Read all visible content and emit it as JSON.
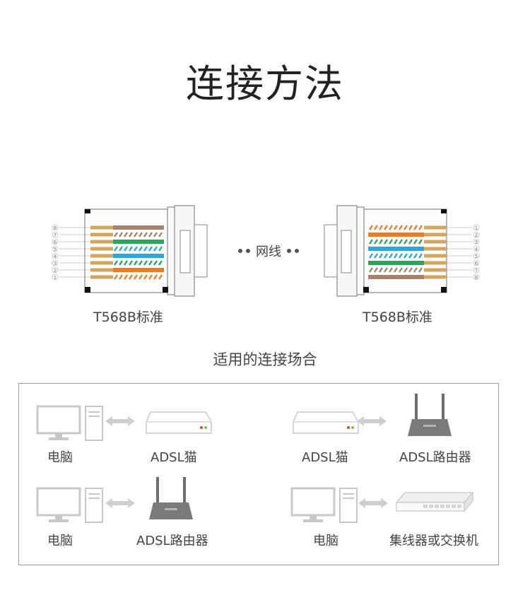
{
  "title": "连接方法",
  "connector_left": {
    "standard": "T568B标准",
    "pins": [
      "8",
      "7",
      "6",
      "5",
      "4",
      "3",
      "2",
      "1"
    ]
  },
  "connector_right": {
    "standard": "T568B标准",
    "pins": [
      "1",
      "2",
      "3",
      "4",
      "5",
      "6",
      "7",
      "8"
    ]
  },
  "cable": {
    "label": "网线"
  },
  "usage": {
    "title": "适用的连接场合",
    "scenes": [
      {
        "left": "电脑",
        "right": "ADSL猫"
      },
      {
        "left": "ADSL猫",
        "right": "ADSL路由器"
      },
      {
        "left": "电脑",
        "right": "ADSL路由器"
      },
      {
        "left": "电脑",
        "right": "集线器或交换机"
      }
    ]
  },
  "colors": {
    "orange": "#f07a1e",
    "green": "#2aa55a",
    "blue": "#2aa7dc",
    "brown": "#a7826a",
    "gold": "#d4a55a",
    "device_gray": "#cfcfcf"
  }
}
